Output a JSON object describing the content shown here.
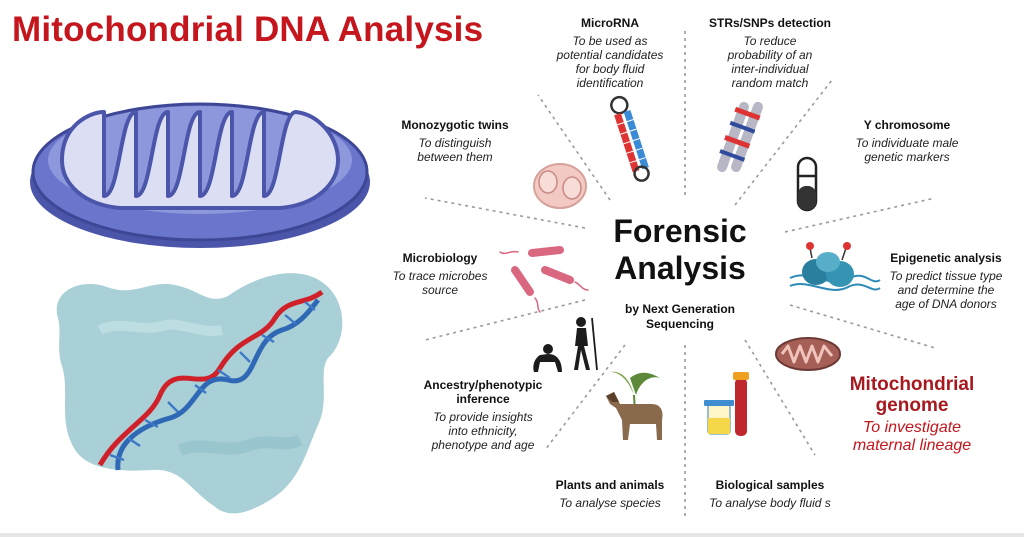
{
  "title": "Mitochondrial DNA Analysis",
  "center": {
    "title_line1": "Forensic",
    "title_line2": "Analysis",
    "subtitle_line1": "by Next Generation",
    "subtitle_line2": "Sequencing"
  },
  "topics": {
    "microrna": {
      "title": "MicroRNA",
      "desc": [
        "To be used as",
        "potential candidates",
        "for body fluid",
        "identification"
      ]
    },
    "strs": {
      "title": "STRs/SNPs detection",
      "desc": [
        "To reduce",
        "probability of an",
        "inter-individual",
        "random match"
      ]
    },
    "twins": {
      "title": "Monozygotic twins",
      "desc": [
        "To distinguish",
        "between them"
      ]
    },
    "ychrom": {
      "title": "Y chromosome",
      "desc": [
        "To individuate male",
        "genetic markers"
      ]
    },
    "microbio": {
      "title": "Microbiology",
      "desc": [
        "To trace microbes",
        "source"
      ]
    },
    "epigen": {
      "title": "Epigenetic analysis",
      "desc": [
        "To predict tissue type",
        "and determine the",
        "age of DNA donors"
      ]
    },
    "ancestry": {
      "title_lines": [
        "Ancestry/phenotypic",
        "inference"
      ],
      "desc": [
        "To provide insights",
        "into ethnicity,",
        "phenotype and age"
      ]
    },
    "mitogenome": {
      "title_lines": [
        "Mitochondrial",
        "genome"
      ],
      "desc": [
        "To investigate",
        "maternal lineage"
      ]
    },
    "plants": {
      "title": "Plants and animals",
      "desc": [
        "To analyse species"
      ]
    },
    "bio": {
      "title": "Biological samples",
      "desc": [
        "To analyse body fluid s"
      ]
    }
  },
  "colors": {
    "title_red": "#c4161c",
    "mito_purple": "#6470c8",
    "mito_inner": "#dcdff4",
    "protein_teal": "#a9d0d6",
    "dna_red": "#d0202a",
    "dna_blue": "#2f68b4",
    "spoke_gray": "#9a9a9a"
  },
  "icons": [
    "mitochondrion-icon",
    "protein-dna-icon",
    "microrna-icon",
    "chromosome-pair-icon",
    "embryo-twins-icon",
    "y-chromosome-icon",
    "bacteria-icon",
    "nucleosome-icon",
    "chimp-human-icon",
    "mitochondrion-small-icon",
    "horse-plant-icon",
    "sample-tubes-icon"
  ]
}
